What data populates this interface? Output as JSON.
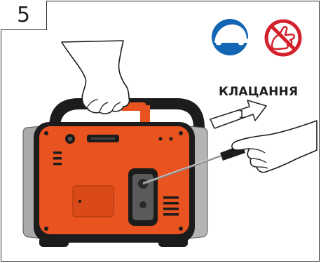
{
  "step": {
    "number": "5"
  },
  "callout": {
    "click_label": "КЛАЦАННЯ",
    "arrow_number": "1"
  },
  "icons": {
    "slow_mode": "turtle-icon",
    "no_force": "no-force-icon"
  },
  "colors": {
    "generator_body": "#e8531f",
    "generator_dark": "#1c1c1c",
    "icon_blue": "#1266b3",
    "icon_red": "#d4202a",
    "frame": "#2b2b2b"
  }
}
